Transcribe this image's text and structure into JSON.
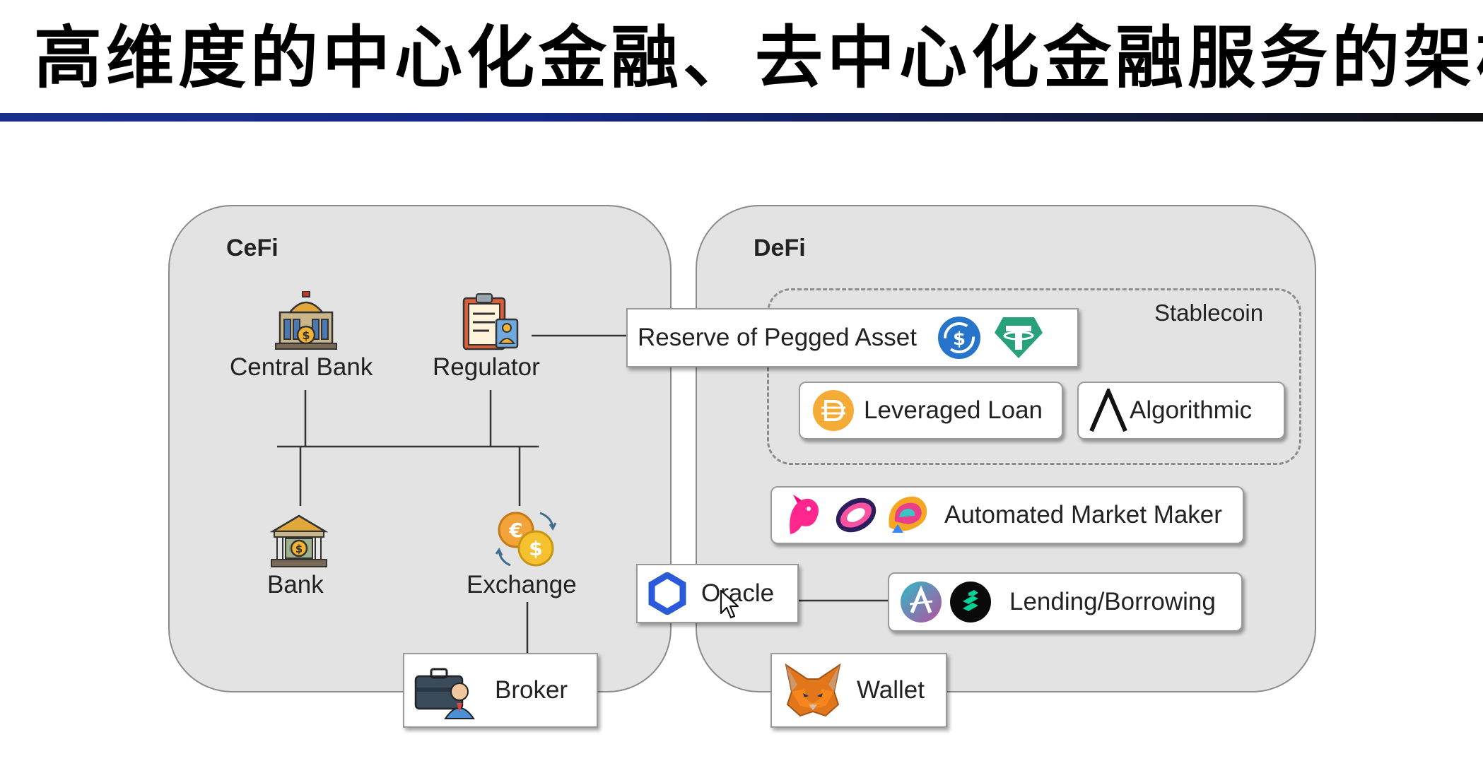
{
  "title": "高维度的中心化金融、去中心化金融服务的架构",
  "cefi": {
    "label": "CeFi",
    "central_bank": "Central Bank",
    "regulator": "Regulator",
    "bank": "Bank",
    "exchange": "Exchange",
    "broker": "Broker"
  },
  "defi": {
    "label": "DeFi",
    "stablecoin_label": "Stablecoin",
    "reserve": "Reserve of Pegged Asset",
    "leveraged_loan": "Leveraged Loan",
    "algorithmic": "Algorithmic",
    "amm": "Automated Market Maker",
    "oracle": "Oracle",
    "lending": "Lending/Borrowing",
    "wallet": "Wallet"
  },
  "colors": {
    "title_bar": "#1a2f8f",
    "panel_bg": "#e3e3e3",
    "usdc": "#2775ca",
    "tether": "#26a17b",
    "dai": "#f5ac37",
    "chainlink": "#2a5ada",
    "compound": "#00d395",
    "aave": "#b6509e"
  }
}
